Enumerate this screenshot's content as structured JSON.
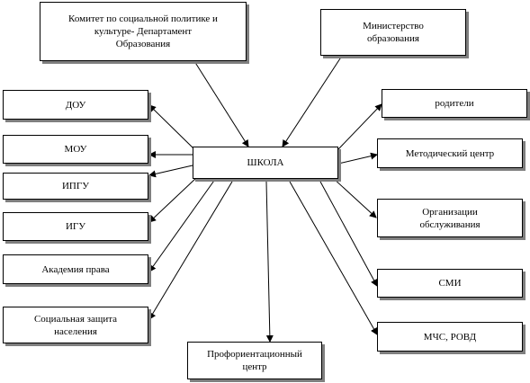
{
  "nodes": {
    "committee": "Комитет по социальной политике и\nкультуре- Департамент\nОбразования",
    "ministry": "Министерство\nобразования",
    "school": "ШКОЛА",
    "dou": "ДОУ",
    "mou": "МОУ",
    "ipgu": "ИПГУ",
    "igu": "ИГУ",
    "law_academy": "Академия права",
    "social_protection": "Социальная защита\nнаселения",
    "career_center": "Профориентационный\nцентр",
    "parents": "родители",
    "method_center": "Методический центр",
    "service_orgs": "Организации\nобслуживания",
    "media": "СМИ",
    "emergency": "МЧС, РОВД"
  },
  "colors": {
    "line": "#000000",
    "shadow": "#7f7f7f",
    "background": "#ffffff"
  }
}
